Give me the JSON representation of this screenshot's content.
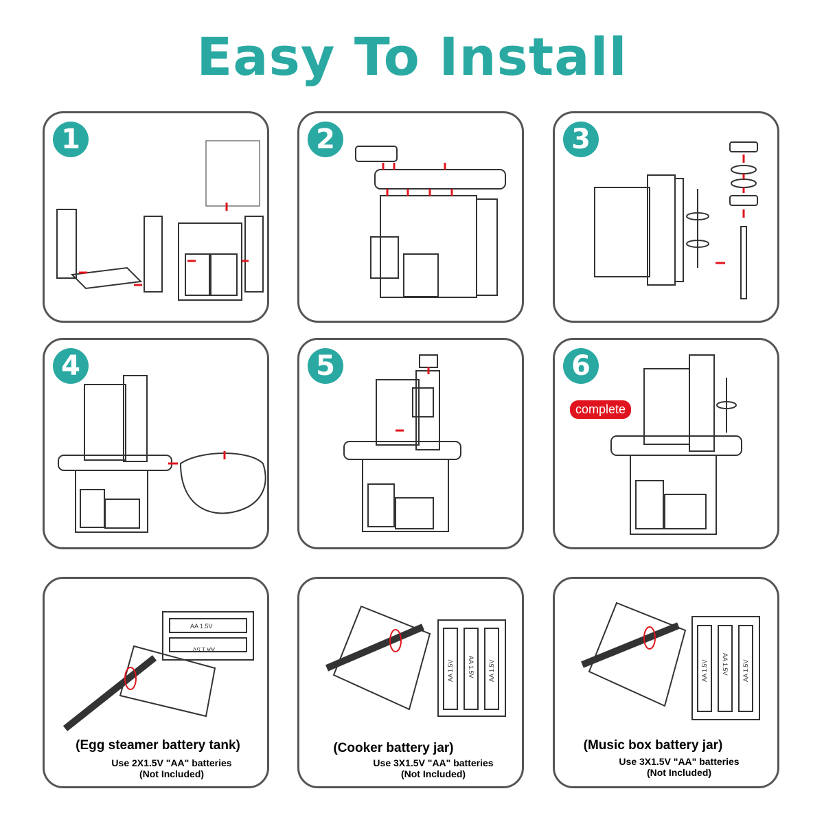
{
  "title": "Easy To Install",
  "steps": [
    "1",
    "2",
    "3",
    "4",
    "5",
    "6"
  ],
  "complete_label": "complete",
  "battery_label": "AA 1.5V",
  "batteries": [
    {
      "name": "(Egg steamer battery tank)",
      "use": "Use 2X1.5V \"AA\" batteries",
      "note": "(Not Included)"
    },
    {
      "name": "(Cooker battery jar)",
      "use": "Use 3X1.5V \"AA\" batteries",
      "note": "(Not Included)"
    },
    {
      "name": "(Music box battery jar)",
      "use": "Use 3X1.5V \"AA\" batteries",
      "note": "(Not Included)"
    }
  ],
  "colors": {
    "teal": "#2aa9a3",
    "red": "#e0141e",
    "outline": "#555555"
  }
}
